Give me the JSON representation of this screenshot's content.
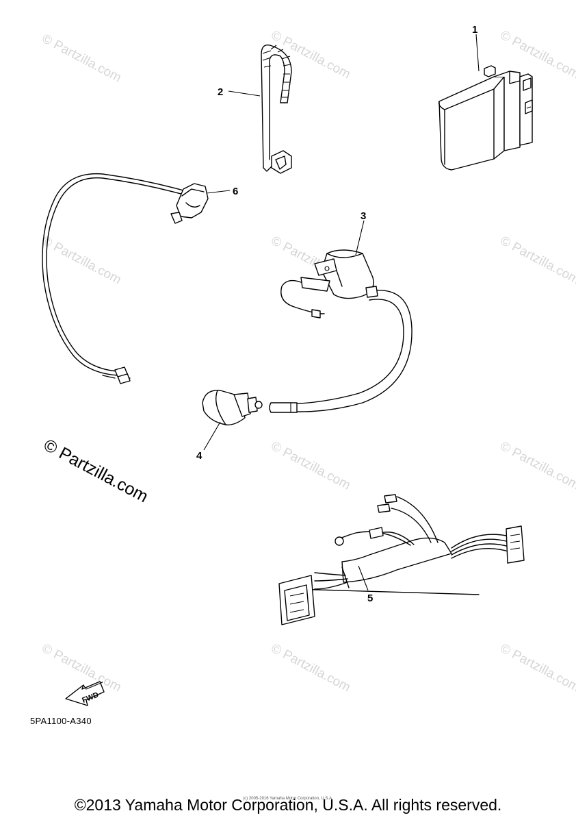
{
  "diagram": {
    "callouts": [
      {
        "id": "1",
        "label": "1"
      },
      {
        "id": "2",
        "label": "2"
      },
      {
        "id": "3",
        "label": "3"
      },
      {
        "id": "4",
        "label": "4"
      },
      {
        "id": "5",
        "label": "5"
      },
      {
        "id": "6",
        "label": "6"
      }
    ],
    "fwd_label": "FWD",
    "part_code": "5PA1100-A340"
  },
  "watermark": {
    "text": "© Partzilla.com",
    "large_text": "© Partzilla.com"
  },
  "footer": {
    "copyright": "©2013 Yamaha Motor Corporation, U.S.A. All rights reserved.",
    "fine_print": "(c) 2005-2016 Yamaha Motor Corporation, U.S.A."
  }
}
